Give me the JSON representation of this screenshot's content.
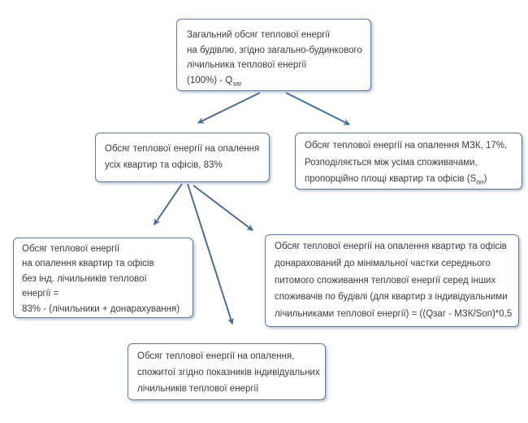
{
  "diagram": {
    "language": "uk",
    "colors": {
      "box_border": "#5b7a9e",
      "arrow": "#4d6d97",
      "text": "#3c3c3c",
      "background": "#ffffff"
    },
    "nodes": {
      "q_total": {
        "lines": [
          "Загальний обсяг теплової енергії",
          "на будівлю, згідно загально-будинкового",
          "лічильника теплової енергії",
          "(100%) - Q_{заг}"
        ]
      },
      "apartments_83": {
        "lines": [
          "Обсяг теплової енергії на опалення",
          "усіх квартир та офісів, 83%"
        ]
      },
      "mzk_17": {
        "lines": [
          "Обсяг теплової енергії на опалення МЗК, 17%.",
          "Розподіляється між усіма споживачами,",
          "пропорційно площі квартир та офісів (S_{оп})"
        ]
      },
      "no_meters": {
        "lines": [
          "Обсяг теплової енергії",
          "на опалення квартир та офісів",
          "без інд. лічильників теплової",
          "енергії =",
          "83% - (лічильники + донарахування)"
        ]
      },
      "surcharge": {
        "lines": [
          "Обсяг теплової енергії на опалення квартир та офісів",
          "донарахований до мінімальної частки середнього",
          "питомого споживання теплової енергії серед інших",
          "споживачів по будівлі (для квартир з індивідуальними",
          "лічильниками теплової енергії) = ((Qзаг - МЗК/Sоп)*0,5"
        ]
      },
      "individual_meters": {
        "lines": [
          "Обсяг теплової енергії на опалення,",
          "спожитої згідно показників індивідуальних",
          "лічильників теплової енергії"
        ]
      }
    },
    "edges": [
      {
        "from": "q_total",
        "to": "apartments_83"
      },
      {
        "from": "q_total",
        "to": "mzk_17"
      },
      {
        "from": "apartments_83",
        "to": "no_meters"
      },
      {
        "from": "apartments_83",
        "to": "individual_meters"
      },
      {
        "from": "apartments_83",
        "to": "surcharge"
      }
    ]
  }
}
